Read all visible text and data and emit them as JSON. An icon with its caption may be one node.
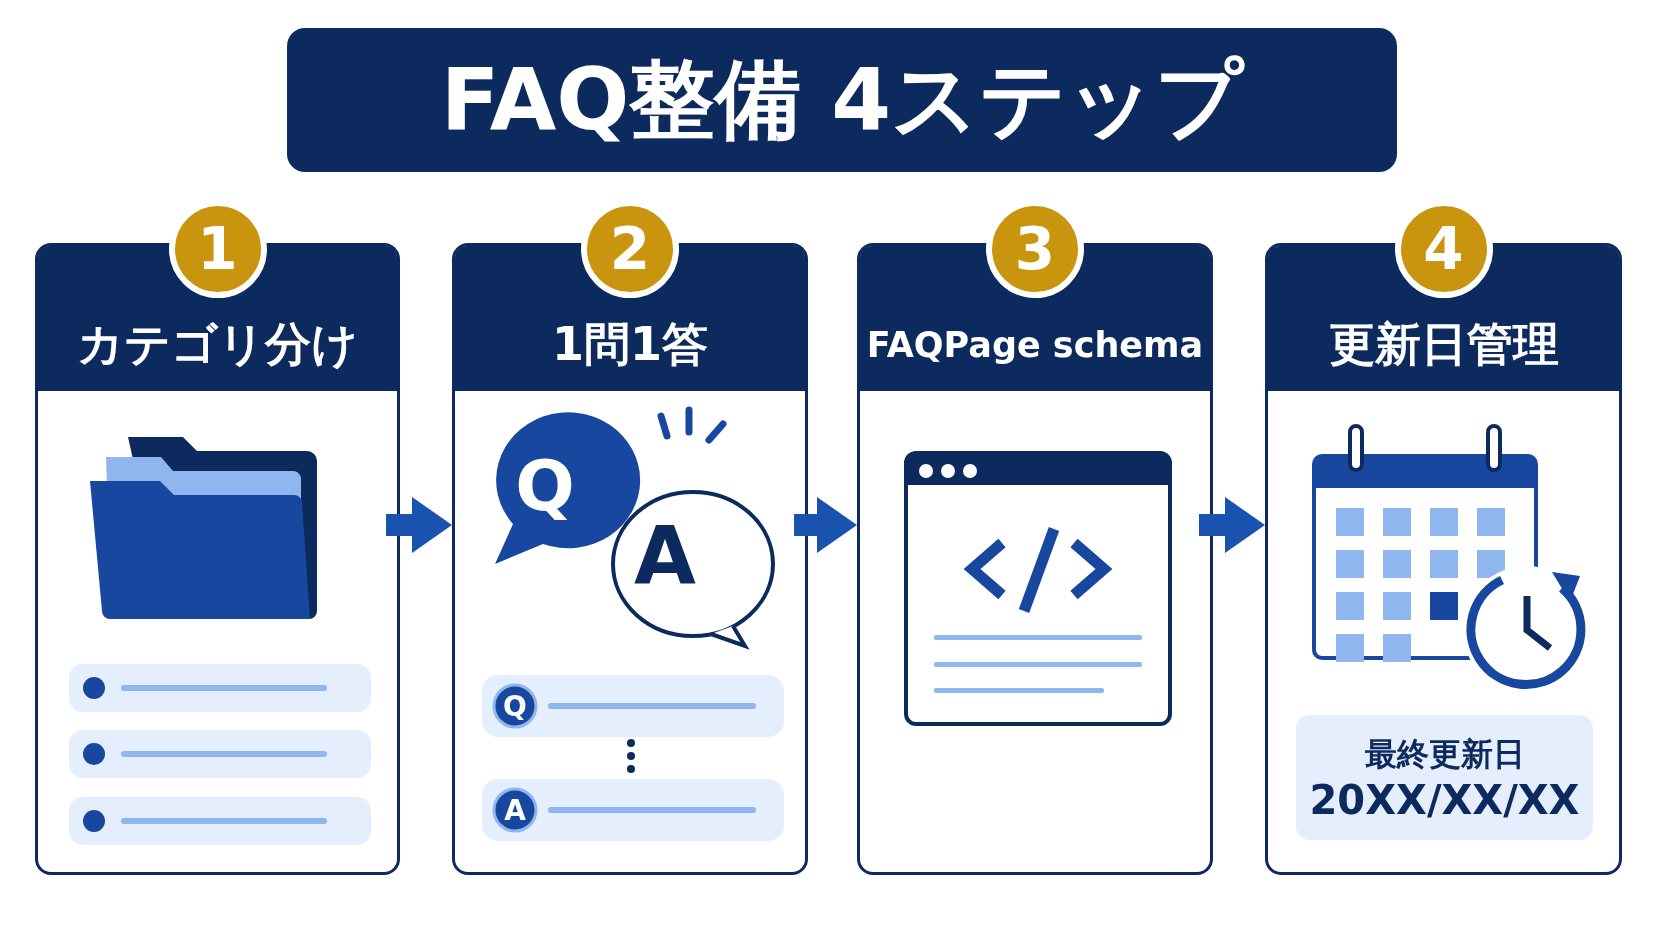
{
  "diagram": {
    "title": "FAQ整備 4ステップ",
    "nodes": [
      {
        "text": [
          "1",
          "カテゴリ分け"
        ]
      },
      {
        "text": [
          "2",
          "1問1答"
        ]
      },
      {
        "text": [
          "3",
          "FAQPage schema"
        ]
      },
      {
        "text": [
          "4",
          "更新日管理"
        ]
      },
      {
        "text": [
          "最終更新日",
          "20XX/XX/XX"
        ],
        "in": 3
      }
    ],
    "edges": [
      {
        "from": 0,
        "to": 1,
        "arrow": "to"
      },
      {
        "from": 1,
        "to": 2,
        "arrow": "to"
      },
      {
        "from": 2,
        "to": 3,
        "arrow": "to"
      }
    ],
    "labels": [
      "Q",
      "A",
      "Q",
      "A"
    ]
  }
}
